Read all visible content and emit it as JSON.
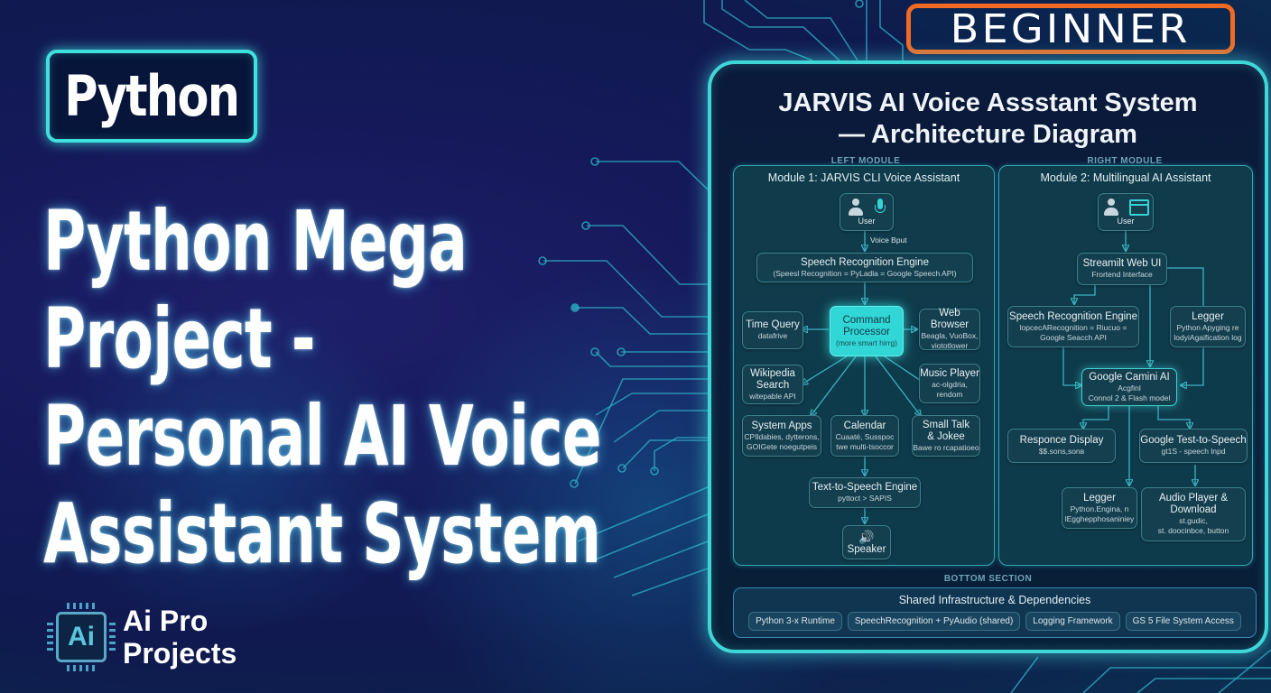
{
  "thumbnail": {
    "language_tag": "Python",
    "title_lines": [
      "Python Mega",
      "Project -",
      "Personal AI Voice",
      "Assistant System"
    ],
    "level_badge": "BEGINNER",
    "brand": {
      "logo_mark": "Ai",
      "name_lines": [
        "Ai Pro",
        "Projects"
      ]
    },
    "colors": {
      "accent": "#3fe1df",
      "badge": "#f06a24",
      "background": "#15195a"
    }
  },
  "diagram": {
    "title_lines": [
      "JARVIS AI Voice Assstant System",
      "— Architecture Diagram"
    ],
    "left_section_label": "LEFT MODULE",
    "right_section_label": "RIGHT MODULE",
    "bottom_section_label": "BOTTOM SECTION",
    "module1": {
      "title": "Module 1: JARVIS CLI Voice Assistant",
      "user": {
        "label": "User",
        "icons": [
          "user-icon",
          "microphone-icon"
        ]
      },
      "edge_voice_input": "Voice Bput",
      "speech_engine": {
        "title": "Speech Recognition Engine",
        "sub": "(Speesl Recognition = PyLadla = Google Speech API)"
      },
      "command_processor": {
        "title_lines": [
          "Command",
          "Processor"
        ],
        "sub": "(more smart hirrg)"
      },
      "time_query": {
        "title": "Time Query",
        "sub": "datafrive"
      },
      "web_browser": {
        "title": "Web Browser",
        "sub_lines": [
          "Beagla, VuoBox,",
          "viototlower"
        ]
      },
      "wikipedia": {
        "title_lines": [
          "Wikipedia",
          "Search"
        ],
        "sub": "witepable API"
      },
      "music_player": {
        "title": "Music Player",
        "sub_lines": [
          "ac-olgdria,",
          "rendom"
        ]
      },
      "system_apps": {
        "title": "System Apps",
        "sub_lines": [
          "CPIldabies, dytterons,",
          "GOIGete noegutpeis"
        ]
      },
      "calendar": {
        "title": "Calendar",
        "sub_lines": [
          "Cuaaté, Susspoc",
          "twe multi-tsoccor"
        ]
      },
      "small_talk": {
        "title_lines": [
          "Small Talk",
          "& Jokee"
        ],
        "sub": "Bawe ro rcapatioeo"
      },
      "tts_engine": {
        "title": "Text-to-Speech Engine",
        "sub": "pyttoct > SAPIS"
      },
      "speaker": {
        "label": "Speaker",
        "icon": "speaker-icon"
      }
    },
    "module2": {
      "title": "Module 2: Multilingual AI Assistant",
      "user": {
        "label": "User",
        "icons": [
          "user-icon",
          "browser-window-icon"
        ]
      },
      "web_ui": {
        "title": "Streamilt Web UI",
        "sub": "Frortend Interface"
      },
      "speech_engine": {
        "title": "Speech Recognition Engine",
        "sub_lines": [
          "lopcecARecognition = Riucuo =",
          "Google Seacch API"
        ]
      },
      "logger_top": {
        "title": "Legger",
        "sub_lines": [
          "Python Apyging re",
          "lodyiAgaification log"
        ]
      },
      "gemini": {
        "title": "Google Camini AI",
        "sub_lines": [
          "Acgfinl",
          "Connol 2 & Flash model"
        ]
      },
      "response_display": {
        "title": "Responce Display",
        "sub": "$$.sоns,sоnв"
      },
      "google_tts": {
        "title": "Google Test-to-Speech",
        "sub": "gt1S - speech lnpd"
      },
      "logger_bottom": {
        "title": "Legger",
        "sub_lines": [
          "Python.Engina, n",
          "lEgghepphosaniniey"
        ]
      },
      "audio_player": {
        "title_lines": [
          "Audio Player &",
          "Download"
        ],
        "sub_lines": [
          "st.gudic,",
          "st. doocinbce, button"
        ]
      }
    },
    "shared": {
      "title": "Shared Infrastructure & Dependencies",
      "items": [
        "Python 3-x Runtime",
        "SpeechRecognition + PyAudio (shared)",
        "Logging Framework",
        "GS 5 File System Access"
      ]
    }
  }
}
